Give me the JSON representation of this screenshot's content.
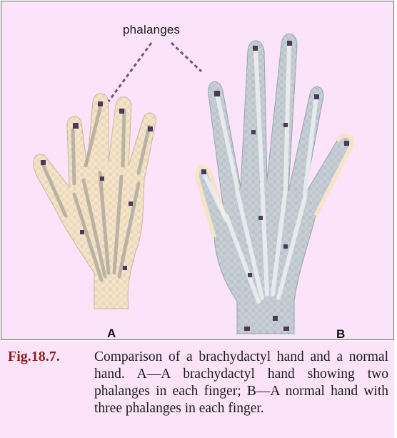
{
  "figure": {
    "label_phalanges": "phalanges",
    "label_a": "A",
    "label_b": "B",
    "colors": {
      "background": "#fbe4f9",
      "skin": "#f6e4c8",
      "bone": "#bfc8cf",
      "dark_pixel": "#4a3a5a"
    }
  },
  "caption": {
    "number": "Fig.18.7.",
    "text": "Comparison of a brachydactyl hand and a normal hand. A—A brachydactyl hand showing two phalanges in each finger; B—A normal hand with three phalanges in each finger."
  }
}
